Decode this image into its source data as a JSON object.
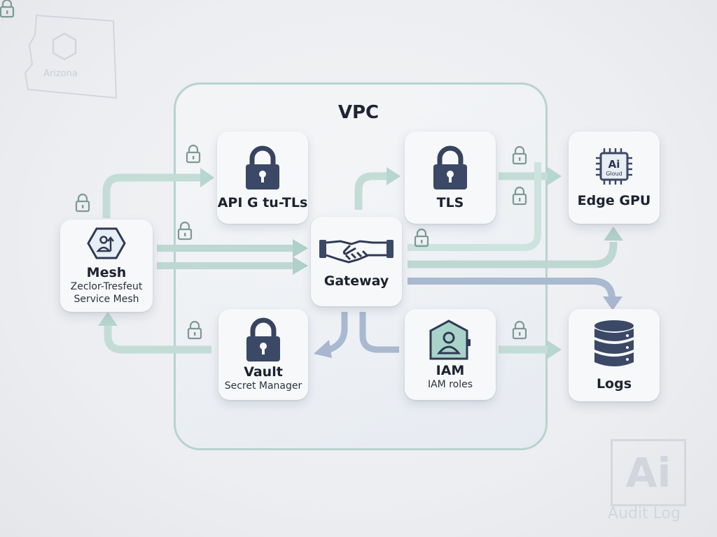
{
  "region": {
    "label": "Arizona"
  },
  "vpc": {
    "label": "VPC"
  },
  "nodes": {
    "mesh": {
      "title": "Mesh",
      "subtitle_line1": "Zeclor-Tresfeut",
      "subtitle_line2": "Service Mesh"
    },
    "api": {
      "title": "API G tu-TLs"
    },
    "tls": {
      "title": "TLS"
    },
    "gateway": {
      "title": "Gateway"
    },
    "edge": {
      "title": "Edge GPU",
      "chip_text_1": "Ai",
      "chip_text_2": "Gloud"
    },
    "vault": {
      "title": "Vault",
      "subtitle": "Secret Manager"
    },
    "iam": {
      "title": "IAM",
      "subtitle": "IAM roles"
    },
    "logs": {
      "title": "Logs"
    }
  },
  "watermark": {
    "mark": "Ai",
    "label": "Audit Log"
  },
  "colors": {
    "accent_teal": "#b7d6cf",
    "accent_blue": "#a9b6cf",
    "icon_navy": "#3b4866",
    "icon_teal_fill": "#a9d3c9"
  }
}
